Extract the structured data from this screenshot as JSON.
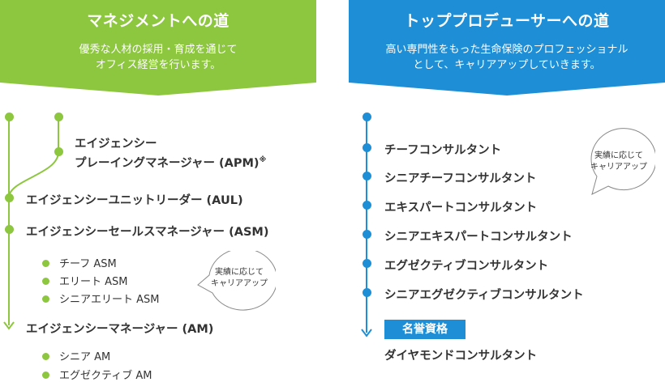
{
  "management": {
    "title": "マネジメントへの道",
    "desc_line1": "優秀な人材の採用・育成を通じて",
    "desc_line2": "オフィス経営を行います。",
    "apm_line1": "エイジェンシー",
    "apm_line2": "プレーイングマネージャー (APM)",
    "apm_note": "※",
    "aul": "エイジェンシーユニットリーダー (AUL)",
    "asm": "エイジェンシーセールスマネージャー (ASM)",
    "asm_sub": [
      "チーフ ASM",
      "エリート ASM",
      "シニアエリート ASM"
    ],
    "am": "エイジェンシーマネージャー (AM)",
    "am_sub": [
      "シニア AM",
      "エグゼクティブ AM"
    ],
    "bubble_line1": "実績に応じて",
    "bubble_line2": "キャリアアップ",
    "color": "#8dc63f"
  },
  "producer": {
    "title": "トッププロデューサーへの道",
    "desc_line1": "高い専門性をもった生命保険のプロフェッショナル",
    "desc_line2": "として、キャリアアップしていきます。",
    "levels": [
      "チーフコンサルタント",
      "シニアチーフコンサルタント",
      "エキスパートコンサルタント",
      "シニアエキスパートコンサルタント",
      "エグゼクティブコンサルタント",
      "シニアエグゼクティブコンサルタント"
    ],
    "honorary_badge": "名誉資格",
    "honorary": "ダイヤモンドコンサルタント",
    "bubble_line1": "実績に応じて",
    "bubble_line2": "キャリアアップ",
    "color": "#1e8fd6"
  }
}
